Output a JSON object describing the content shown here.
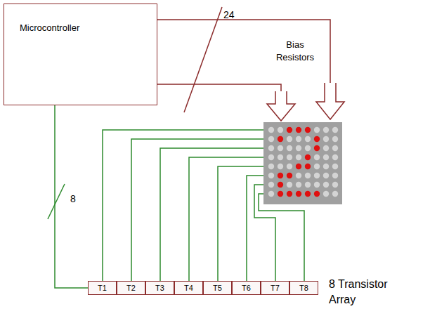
{
  "diagram": {
    "nodes": [
      {
        "text": [
          "Microcontroller"
        ]
      },
      {
        "text": [
          "T1"
        ]
      },
      {
        "text": [
          "T2"
        ]
      },
      {
        "text": [
          "T3"
        ]
      },
      {
        "text": [
          "T4"
        ]
      },
      {
        "text": [
          "T5"
        ]
      },
      {
        "text": [
          "T6"
        ]
      },
      {
        "text": [
          "T7"
        ]
      },
      {
        "text": [
          "T8"
        ]
      }
    ],
    "edges": [
      {
        "from": 0,
        "to": 1,
        "arrow": "none"
      }
    ],
    "labels": [
      "24",
      "Bias Resistors",
      "8",
      "8 Transistor Array"
    ]
  }
}
